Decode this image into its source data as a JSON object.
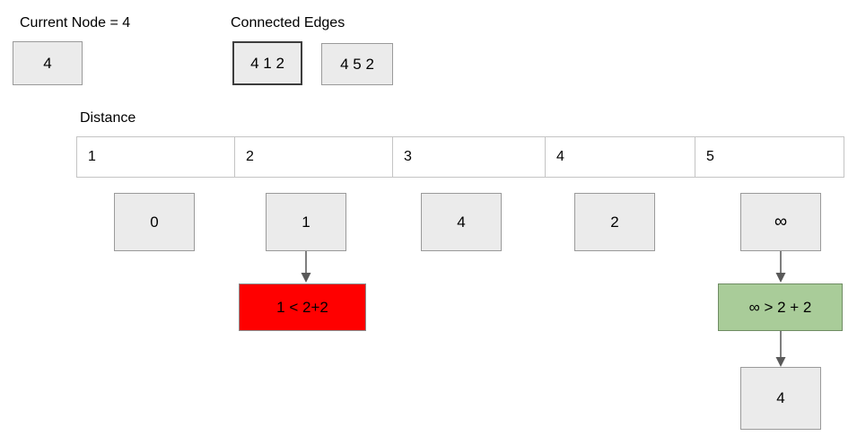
{
  "header": {
    "current_node_label": "Current Node = 4",
    "current_node_value": "4",
    "connected_edges_label": "Connected Edges",
    "edges": [
      {
        "text": "4 1 2",
        "highlighted": true
      },
      {
        "text": "4 5 2",
        "highlighted": false
      }
    ]
  },
  "distance": {
    "title": "Distance",
    "columns": [
      "1",
      "2",
      "3",
      "4",
      "5"
    ],
    "values": [
      "0",
      "1",
      "4",
      "2",
      "∞"
    ]
  },
  "annotations": {
    "reject": {
      "text": "1 < 2+2",
      "color": "#ff0000",
      "column": "2"
    },
    "accept": {
      "text": "∞ > 2 + 2",
      "color": "#a9cc99",
      "column": "5"
    },
    "result": {
      "text": "4",
      "column": "5"
    }
  },
  "arrows": {
    "node2_to_reject": "arrow-down",
    "node5_to_accept": "arrow-down",
    "accept_to_result": "arrow-down"
  }
}
